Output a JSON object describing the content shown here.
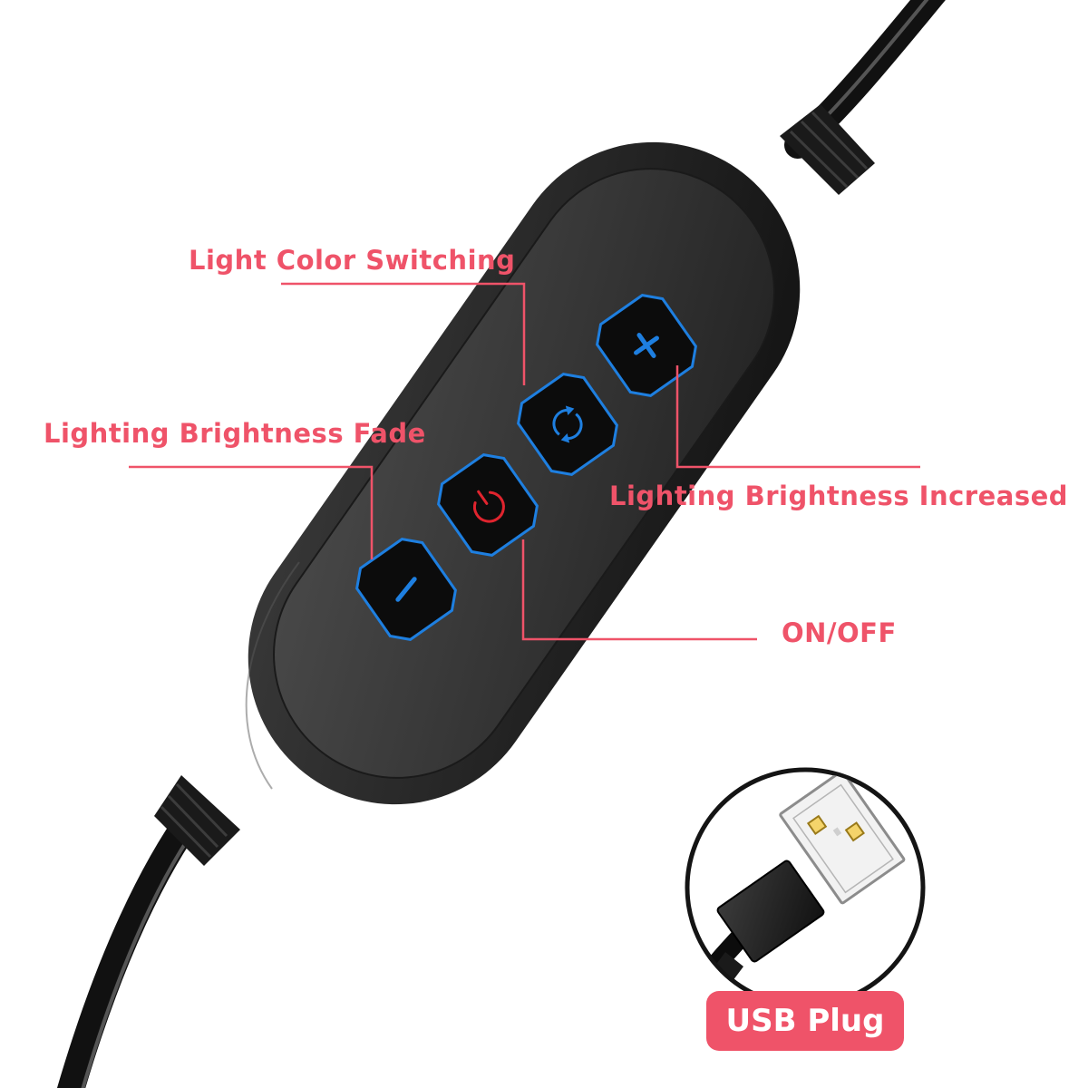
{
  "colors": {
    "accent": "#ef5369",
    "button_glow": "#1e7fe0",
    "power_symbol": "#e0242e",
    "body": "#2b2b2b"
  },
  "labels": {
    "color_switch": "Light Color Switching",
    "brightness_fade": "Lighting Brightness Fade",
    "brightness_increase": "Lighting Brightness Increased",
    "on_off": "ON/OFF",
    "usb_plug": "USB Plug"
  },
  "buttons": [
    {
      "name": "minus-button",
      "icon": "minus-icon"
    },
    {
      "name": "power-button",
      "icon": "power-icon"
    },
    {
      "name": "color-switch-button",
      "icon": "refresh-icon"
    },
    {
      "name": "plus-button",
      "icon": "plus-icon"
    }
  ]
}
